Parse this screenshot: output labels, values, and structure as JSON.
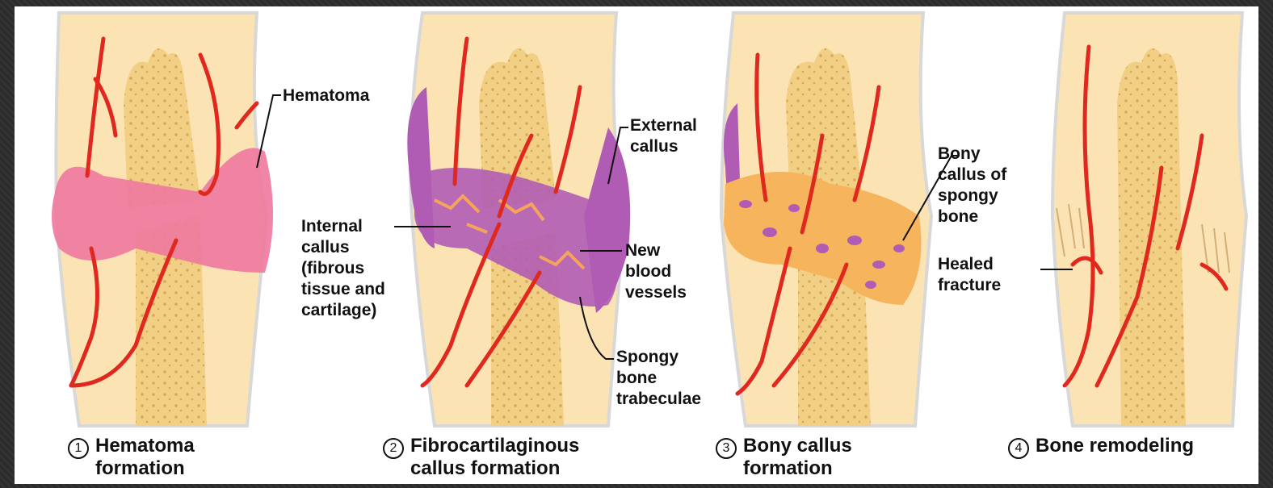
{
  "stages": [
    {
      "number": "1",
      "caption_line1": "Hematoma",
      "caption_line2": "formation"
    },
    {
      "number": "2",
      "caption_line1": "Fibrocartilaginous",
      "caption_line2": "callus formation"
    },
    {
      "number": "3",
      "caption_line1": "Bony callus",
      "caption_line2": "formation"
    },
    {
      "number": "4",
      "caption_line1": "Bone remodeling",
      "caption_line2": ""
    }
  ],
  "labels": {
    "hematoma": "Hematoma",
    "external_callus": "External\ncallus",
    "internal_callus": "Internal\ncallus\n(fibrous\ntissue and\ncartilage)",
    "new_blood_vessels": "New\nblood\nvessels",
    "spongy_bone_trabeculae": "Spongy\nbone\ntrabeculae",
    "bony_callus": "Bony\ncallus of\nspongy\nbone",
    "healed_fracture": "Healed\nfracture"
  },
  "colors": {
    "frame": "#2b2b2b",
    "skin": "#fbe3b4",
    "bone": "#f1cf85",
    "bone_spots": "#d9a854",
    "hematoma": "#ef7ba0",
    "fibrocartilage": "#b05cb4",
    "bony_callus": "#f6b45c",
    "vessel": "#e1281e"
  }
}
